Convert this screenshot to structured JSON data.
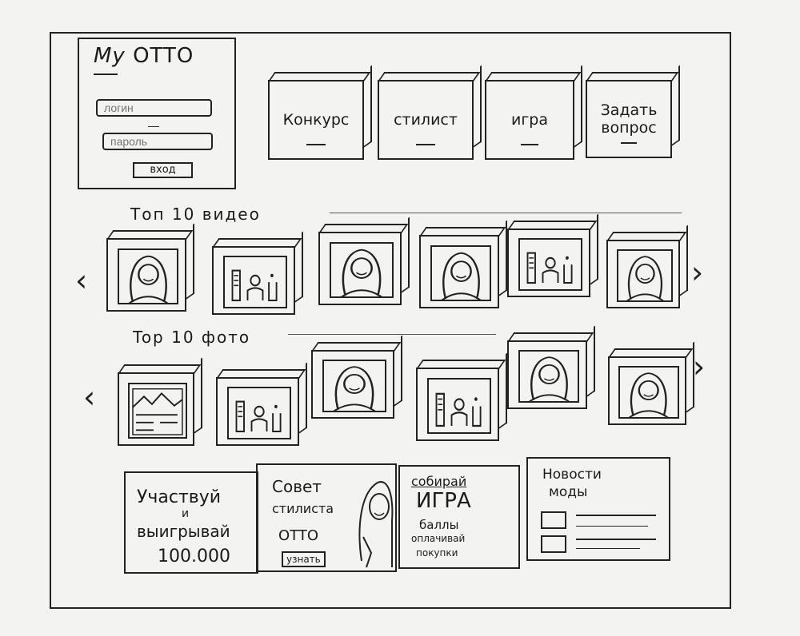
{
  "login": {
    "logo_my": "My",
    "logo_otto": "OTTO",
    "login_placeholder": "логин",
    "password_placeholder": "пароль",
    "enter_label": "вход"
  },
  "nav": [
    {
      "label": "Конкурс"
    },
    {
      "label": "стилист"
    },
    {
      "label": "игра"
    },
    {
      "label": "Задать вопрос"
    }
  ],
  "videos": {
    "title": "Топ 10 видео",
    "items": [
      {
        "icon": "person-icon"
      },
      {
        "icon": "products-icon"
      },
      {
        "icon": "person-icon"
      },
      {
        "icon": "person-icon"
      },
      {
        "icon": "products-icon"
      },
      {
        "icon": "person-icon"
      }
    ]
  },
  "photos": {
    "title": "Top 10 фото",
    "items": [
      {
        "icon": "landscape-icon"
      },
      {
        "icon": "products-icon"
      },
      {
        "icon": "person-icon"
      },
      {
        "icon": "products-icon"
      },
      {
        "icon": "person-icon"
      },
      {
        "icon": "person-icon"
      }
    ]
  },
  "promos": {
    "contest": {
      "line1": "Участвуй",
      "line2": "и",
      "line3": "выигрывай",
      "amount": "100.000"
    },
    "stylist": {
      "line1": "Совет",
      "line2": "стилиста",
      "line3": "OTTO",
      "button": "узнать"
    },
    "game": {
      "line1": "собирай",
      "line2": "ИГРА",
      "line3": "баллы",
      "line4": "оплачивай",
      "line5": "покупки"
    },
    "news": {
      "line1": "Новости",
      "line2": "моды"
    }
  }
}
